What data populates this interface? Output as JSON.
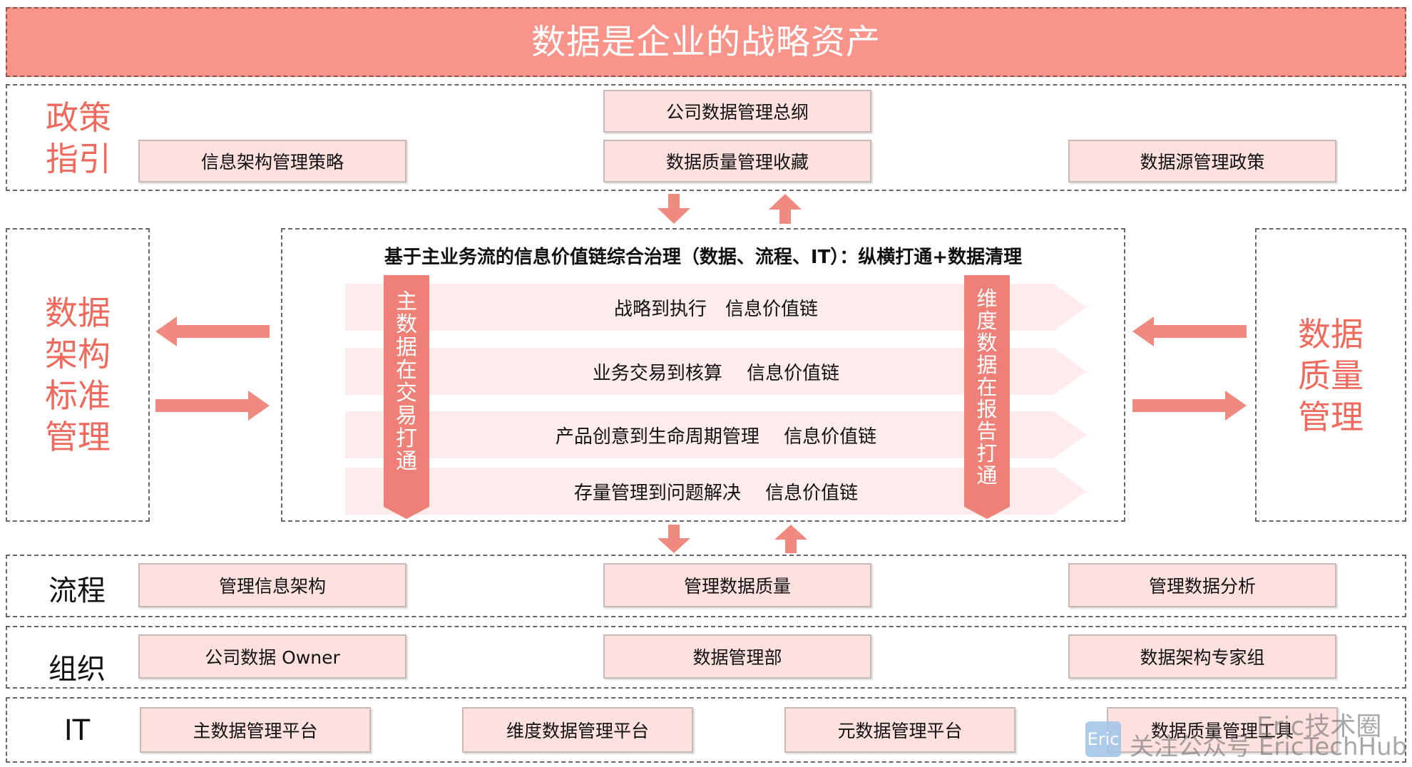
{
  "banner": "数据是企业的战略资产",
  "policy": {
    "label_line1": "政策",
    "label_line2": "指引",
    "items": [
      "公司数据管理总纲",
      "信息架构管理策略",
      "数据质量管理收藏",
      "数据源管理政策"
    ]
  },
  "left": {
    "lines": [
      "数据",
      "架构",
      "标准",
      "管理"
    ]
  },
  "right": {
    "lines": [
      "数据",
      "质量",
      "管理"
    ]
  },
  "center": {
    "title": "基于主业务流的信息价值链综合治理（数据、流程、IT）：纵横打通+数据清理",
    "chains": [
      "战略到执行　信息价值链",
      "业务交易到核算　 信息价值链",
      "产品创意到生命周期管理　 信息价值链",
      "存量管理到问题解决　 信息价值链"
    ],
    "band_left": [
      "主",
      "数",
      "据",
      "在",
      "交",
      "易",
      "打",
      "通"
    ],
    "band_right": [
      "维",
      "度",
      "数",
      "据",
      "在",
      "报",
      "告",
      "打",
      "通"
    ]
  },
  "process": {
    "label": "流程",
    "items": [
      "管理信息架构",
      "管理数据质量",
      "管理数据分析"
    ]
  },
  "org": {
    "label": "组织",
    "items": [
      "公司数据 Owner",
      "数据管理部",
      "数据架构专家组"
    ]
  },
  "it": {
    "label": "IT",
    "items": [
      "主数据管理平台",
      "维度数据管理平台",
      "元数据管理平台",
      "数据质量管理工具"
    ]
  },
  "watermark": {
    "logo": "Eric",
    "line1": "Eric技术圈",
    "line2": "关注公众号 EricTechHub"
  },
  "colors": {
    "banner": "#f9948a",
    "accent_text": "#ef6a5c",
    "box_fill": "#fde1df",
    "arrow": "#f08a80",
    "band": "#ee8078"
  }
}
